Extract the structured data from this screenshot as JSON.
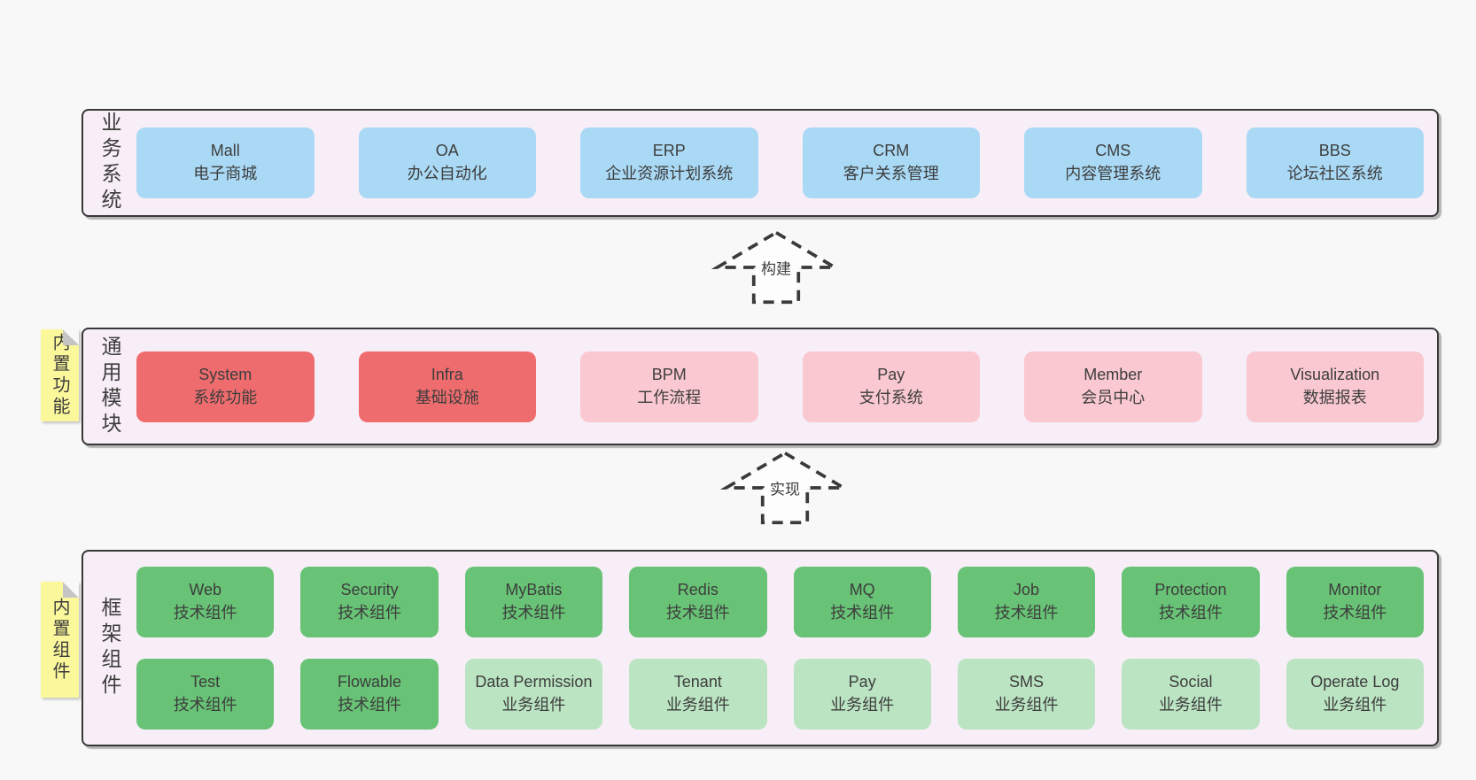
{
  "colors": {
    "page_bg": "#f8f8f8",
    "band_bg": "#f8eef7",
    "band_border": "#383838",
    "box_blue": "#aad9f5",
    "box_red": "#ef6c6e",
    "box_pink": "#f9c8d0",
    "box_green": "#68c376",
    "box_green_light": "#bbe4c2",
    "sticky_bg": "#fbf89c",
    "sticky_fold": "#c5c5c5",
    "arrow_fill": "#fdfdfd",
    "text": "#3d3d3d"
  },
  "bands": [
    {
      "id": "business-systems",
      "label": "业务系统",
      "sticky": null,
      "rows": [
        [
          {
            "en": "Mall",
            "zh": "电子商城",
            "variant": "blue"
          },
          {
            "en": "OA",
            "zh": "办公自动化",
            "variant": "blue"
          },
          {
            "en": "ERP",
            "zh": "企业资源计划系统",
            "variant": "blue"
          },
          {
            "en": "CRM",
            "zh": "客户关系管理",
            "variant": "blue"
          },
          {
            "en": "CMS",
            "zh": "内容管理系统",
            "variant": "blue"
          },
          {
            "en": "BBS",
            "zh": "论坛社区系统",
            "variant": "blue"
          }
        ]
      ]
    },
    {
      "id": "common-modules",
      "label": "通用模块",
      "sticky": "内置功能",
      "rows": [
        [
          {
            "en": "System",
            "zh": "系统功能",
            "variant": "red"
          },
          {
            "en": "Infra",
            "zh": "基础设施",
            "variant": "red"
          },
          {
            "en": "BPM",
            "zh": "工作流程",
            "variant": "pink"
          },
          {
            "en": "Pay",
            "zh": "支付系统",
            "variant": "pink"
          },
          {
            "en": "Member",
            "zh": "会员中心",
            "variant": "pink"
          },
          {
            "en": "Visualization",
            "zh": "数据报表",
            "variant": "pink"
          }
        ]
      ]
    },
    {
      "id": "framework-components",
      "label": "框架组件",
      "sticky": "内置组件",
      "rows": [
        [
          {
            "en": "Web",
            "zh": "技术组件",
            "variant": "green"
          },
          {
            "en": "Security",
            "zh": "技术组件",
            "variant": "green"
          },
          {
            "en": "MyBatis",
            "zh": "技术组件",
            "variant": "green"
          },
          {
            "en": "Redis",
            "zh": "技术组件",
            "variant": "green"
          },
          {
            "en": "MQ",
            "zh": "技术组件",
            "variant": "green"
          },
          {
            "en": "Job",
            "zh": "技术组件",
            "variant": "green"
          },
          {
            "en": "Protection",
            "zh": "技术组件",
            "variant": "green"
          },
          {
            "en": "Monitor",
            "zh": "技术组件",
            "variant": "green"
          }
        ],
        [
          {
            "en": "Test",
            "zh": "技术组件",
            "variant": "green"
          },
          {
            "en": "Flowable",
            "zh": "技术组件",
            "variant": "green"
          },
          {
            "en": "Data Permission",
            "zh": "业务组件",
            "variant": "lightgreen"
          },
          {
            "en": "Tenant",
            "zh": "业务组件",
            "variant": "lightgreen"
          },
          {
            "en": "Pay",
            "zh": "业务组件",
            "variant": "lightgreen"
          },
          {
            "en": "SMS",
            "zh": "业务组件",
            "variant": "lightgreen"
          },
          {
            "en": "Social",
            "zh": "业务组件",
            "variant": "lightgreen"
          },
          {
            "en": "Operate Log",
            "zh": "业务组件",
            "variant": "lightgreen"
          }
        ]
      ]
    }
  ],
  "arrows": [
    {
      "label": "构建"
    },
    {
      "label": "实现"
    }
  ]
}
